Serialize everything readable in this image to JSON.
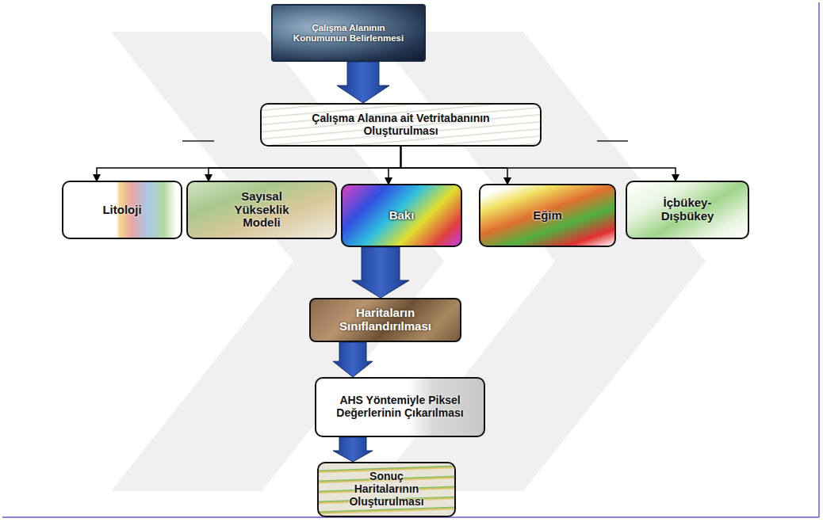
{
  "diagram": {
    "nodes": [
      {
        "text": [
          "Çalışma Alanının Konumunun Belirlenmesi"
        ]
      },
      {
        "text": [
          "Çalışma Alanına ait Vetritabanının Oluşturulması"
        ]
      },
      {
        "text": [
          "Litoloji"
        ]
      },
      {
        "text": [
          "Sayısal Yükseklik Modeli"
        ]
      },
      {
        "text": [
          "Bakı"
        ]
      },
      {
        "text": [
          "Eğim"
        ]
      },
      {
        "text": [
          "İçbükey-Dışbükey"
        ]
      },
      {
        "text": [
          "Haritaların Sınıflandırılması"
        ]
      },
      {
        "text": [
          "AHS Yöntemiyle Piksel Değerlerinin Çıkarılması"
        ]
      },
      {
        "text": [
          "Sonuç Haritalarının Oluşturulması"
        ]
      }
    ],
    "edges": [
      {
        "from": 0,
        "to": 1,
        "arrow": "to"
      },
      {
        "from": 1,
        "to": 2,
        "arrow": "to"
      },
      {
        "from": 1,
        "to": 3,
        "arrow": "to"
      },
      {
        "from": 1,
        "to": 4,
        "arrow": "to"
      },
      {
        "from": 1,
        "to": 5,
        "arrow": "to"
      },
      {
        "from": 1,
        "to": 6,
        "arrow": "to"
      },
      {
        "from": 4,
        "to": 7,
        "arrow": "to"
      },
      {
        "from": 7,
        "to": 8,
        "arrow": "to"
      },
      {
        "from": 8,
        "to": 9,
        "arrow": "to"
      }
    ]
  }
}
